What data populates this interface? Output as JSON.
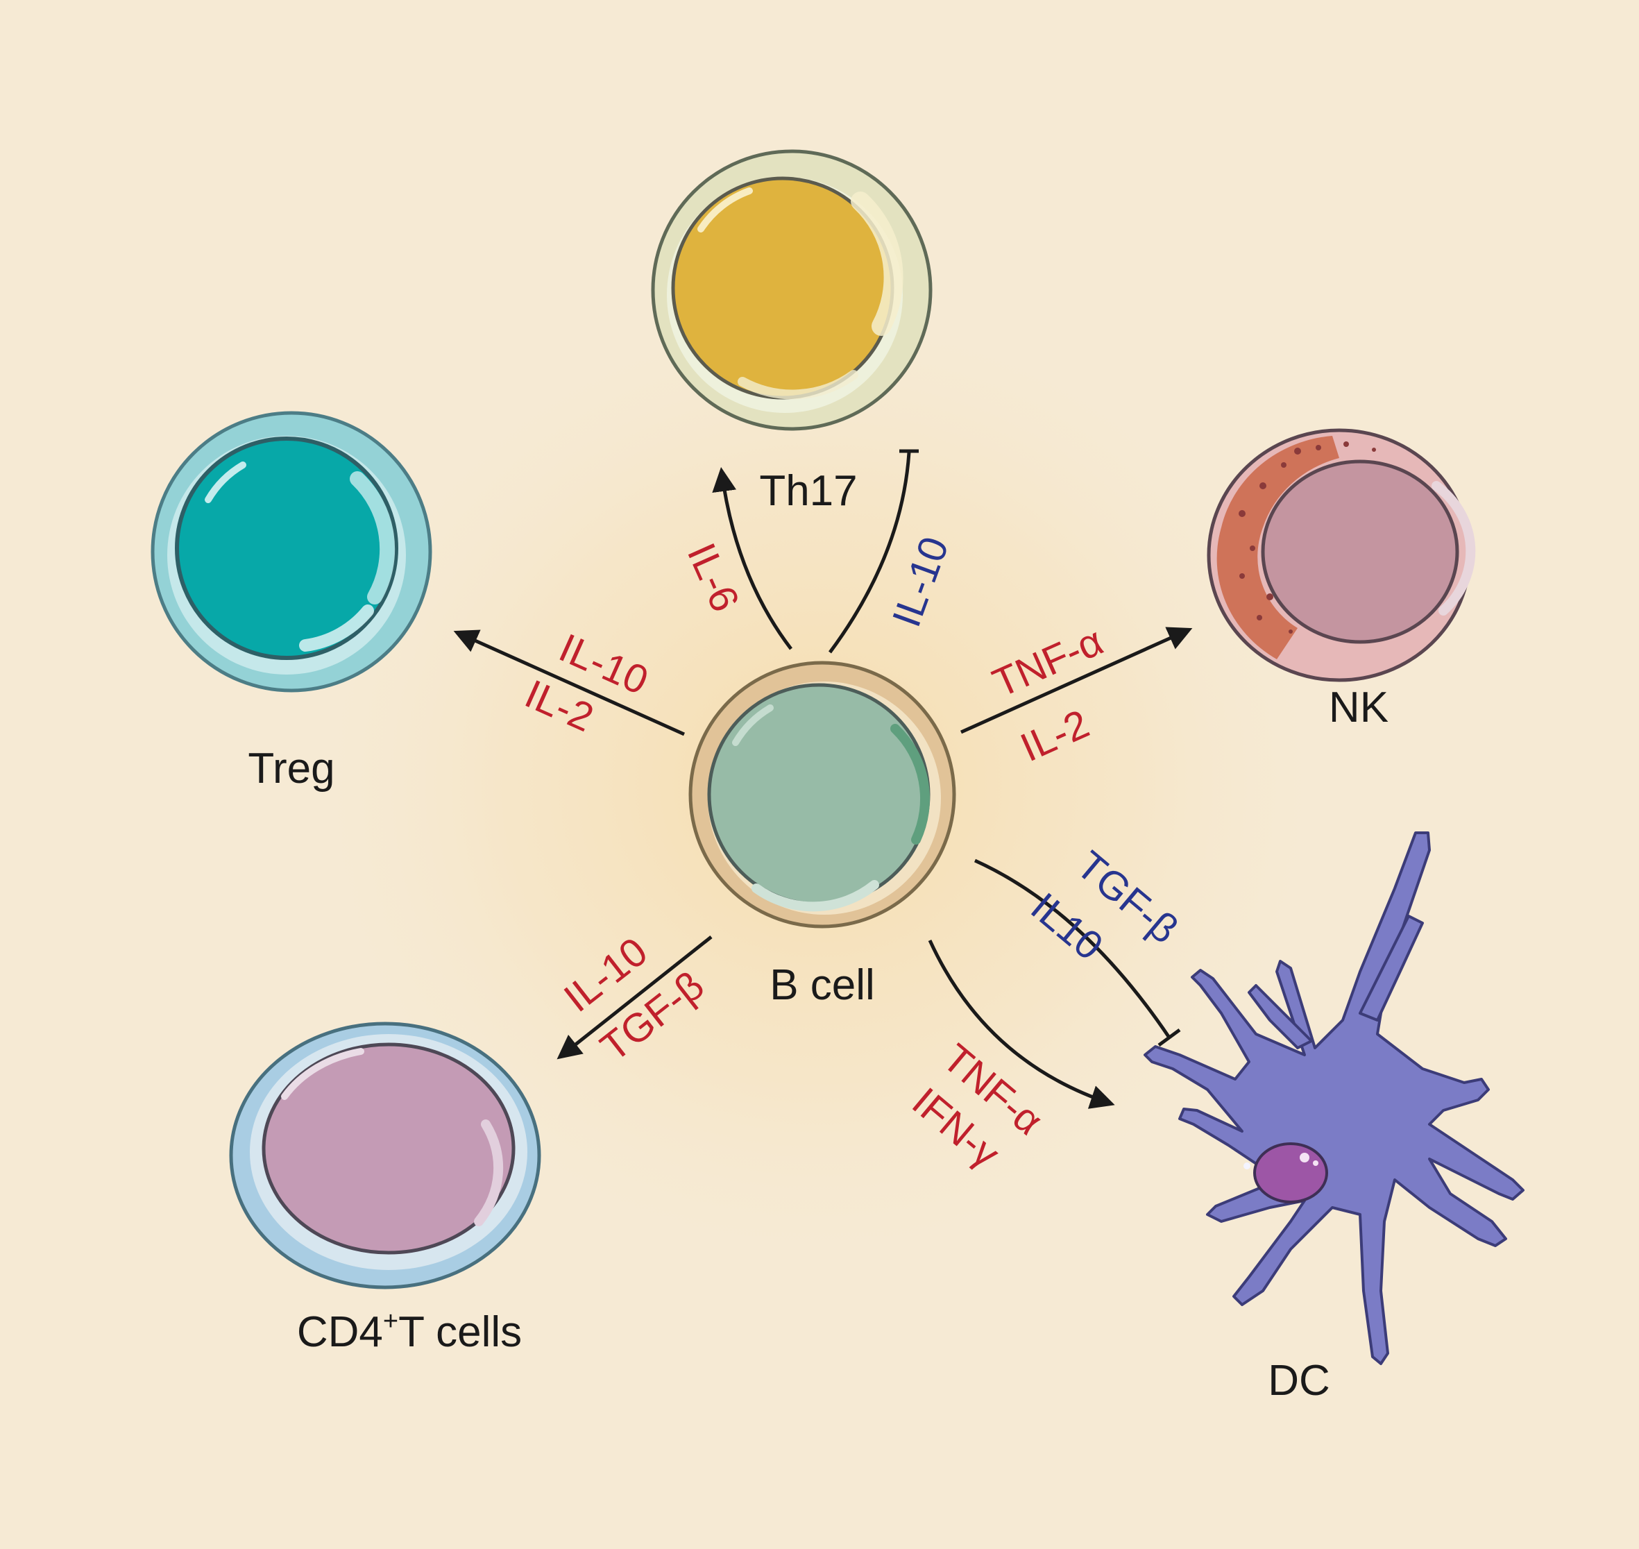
{
  "cells": {
    "center": "B cell",
    "th17": "Th17",
    "treg": "Treg",
    "nk": "NK",
    "cd4_main": "CD4",
    "cd4_sup": "+",
    "cd4_rest": "T cells",
    "dc": "DC"
  },
  "cytokines": {
    "th17_up": "IL-6",
    "th17_down": "IL-10",
    "treg_1": "IL-10",
    "treg_2": "IL-2",
    "nk_1": "TNF-α",
    "nk_2": "IL-2",
    "cd4_1": "IL-10",
    "cd4_2": "TGF-β",
    "dc_inhib_1": "TGF-β",
    "dc_inhib_2": "IL10",
    "dc_act_1": "TNF-α",
    "dc_act_2": "IFN-γ"
  },
  "colors": {
    "background": "#f6ead4",
    "promote": "#c0202c",
    "suppress": "#27358f",
    "arrow": "#1a1a1a"
  }
}
